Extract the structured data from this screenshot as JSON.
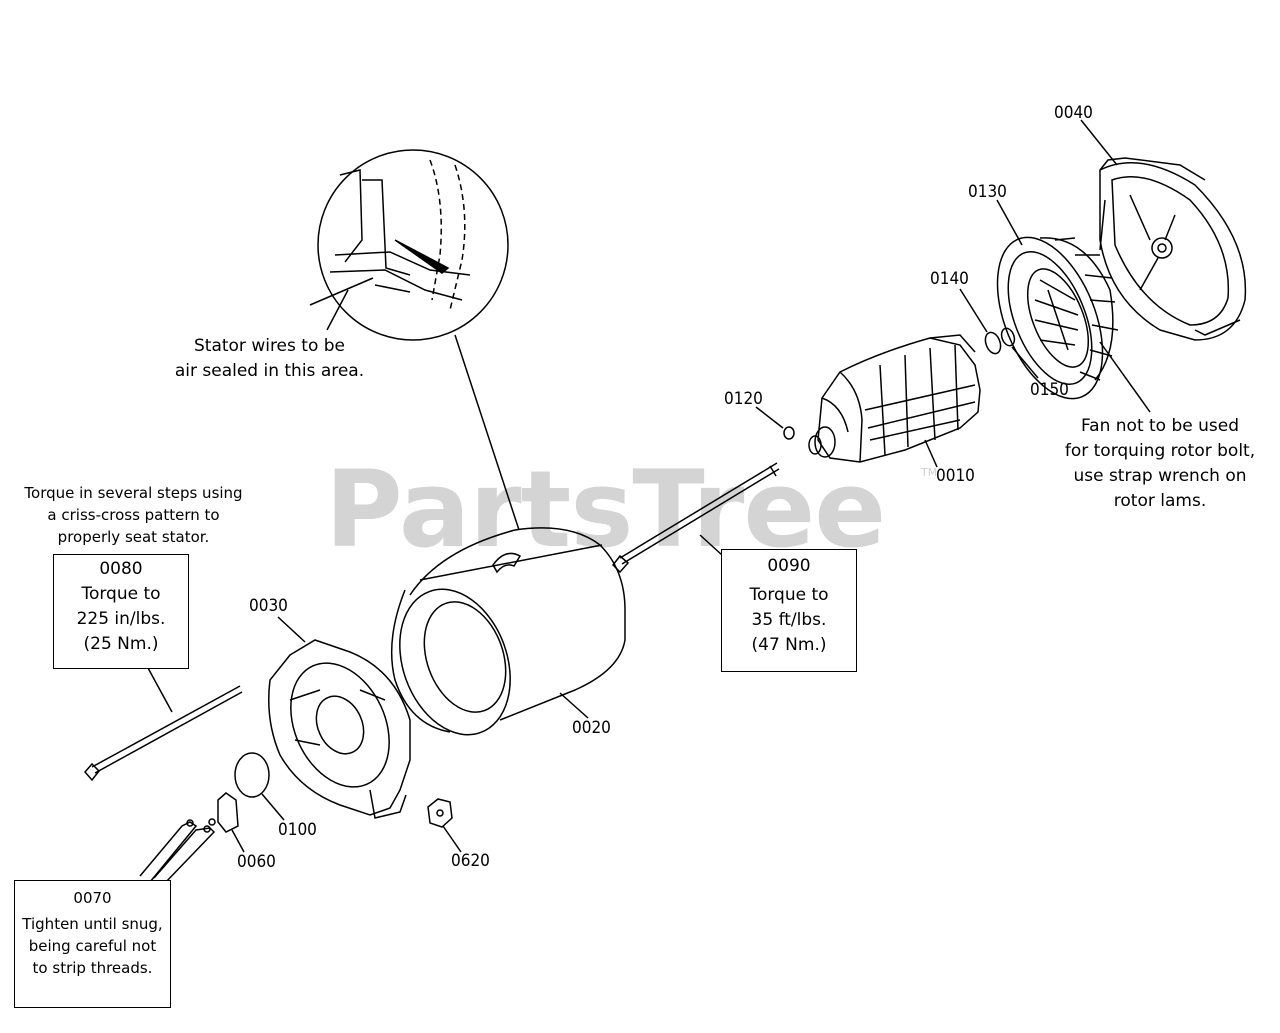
{
  "watermark": {
    "text": "PartsTree",
    "tm": "TM"
  },
  "parts": {
    "p0010": "0010",
    "p0020": "0020",
    "p0030": "0030",
    "p0040": "0040",
    "p0060": "0060",
    "p0100": "0100",
    "p0120": "0120",
    "p0130": "0130",
    "p0140": "0140",
    "p0150": "0150",
    "p0620": "0620"
  },
  "notes": {
    "stator": [
      "Stator wires to be",
      "air sealed in this area."
    ],
    "criss_cross": [
      "Torque in several steps using",
      "a criss-cross pattern to",
      "properly seat stator."
    ],
    "fan": [
      "Fan not to be used",
      "for torquing rotor bolt,",
      "use strap wrench on",
      "rotor lams."
    ]
  },
  "boxes": {
    "b0080": [
      "0080",
      "Torque to",
      "225 in/lbs.",
      "(25 Nm.)"
    ],
    "b0090": [
      "0090",
      "Torque to",
      "35 ft/lbs.",
      "(47 Nm.)"
    ],
    "b0070": [
      "0070",
      "Tighten until snug,",
      "being careful not",
      "to strip threads."
    ]
  }
}
